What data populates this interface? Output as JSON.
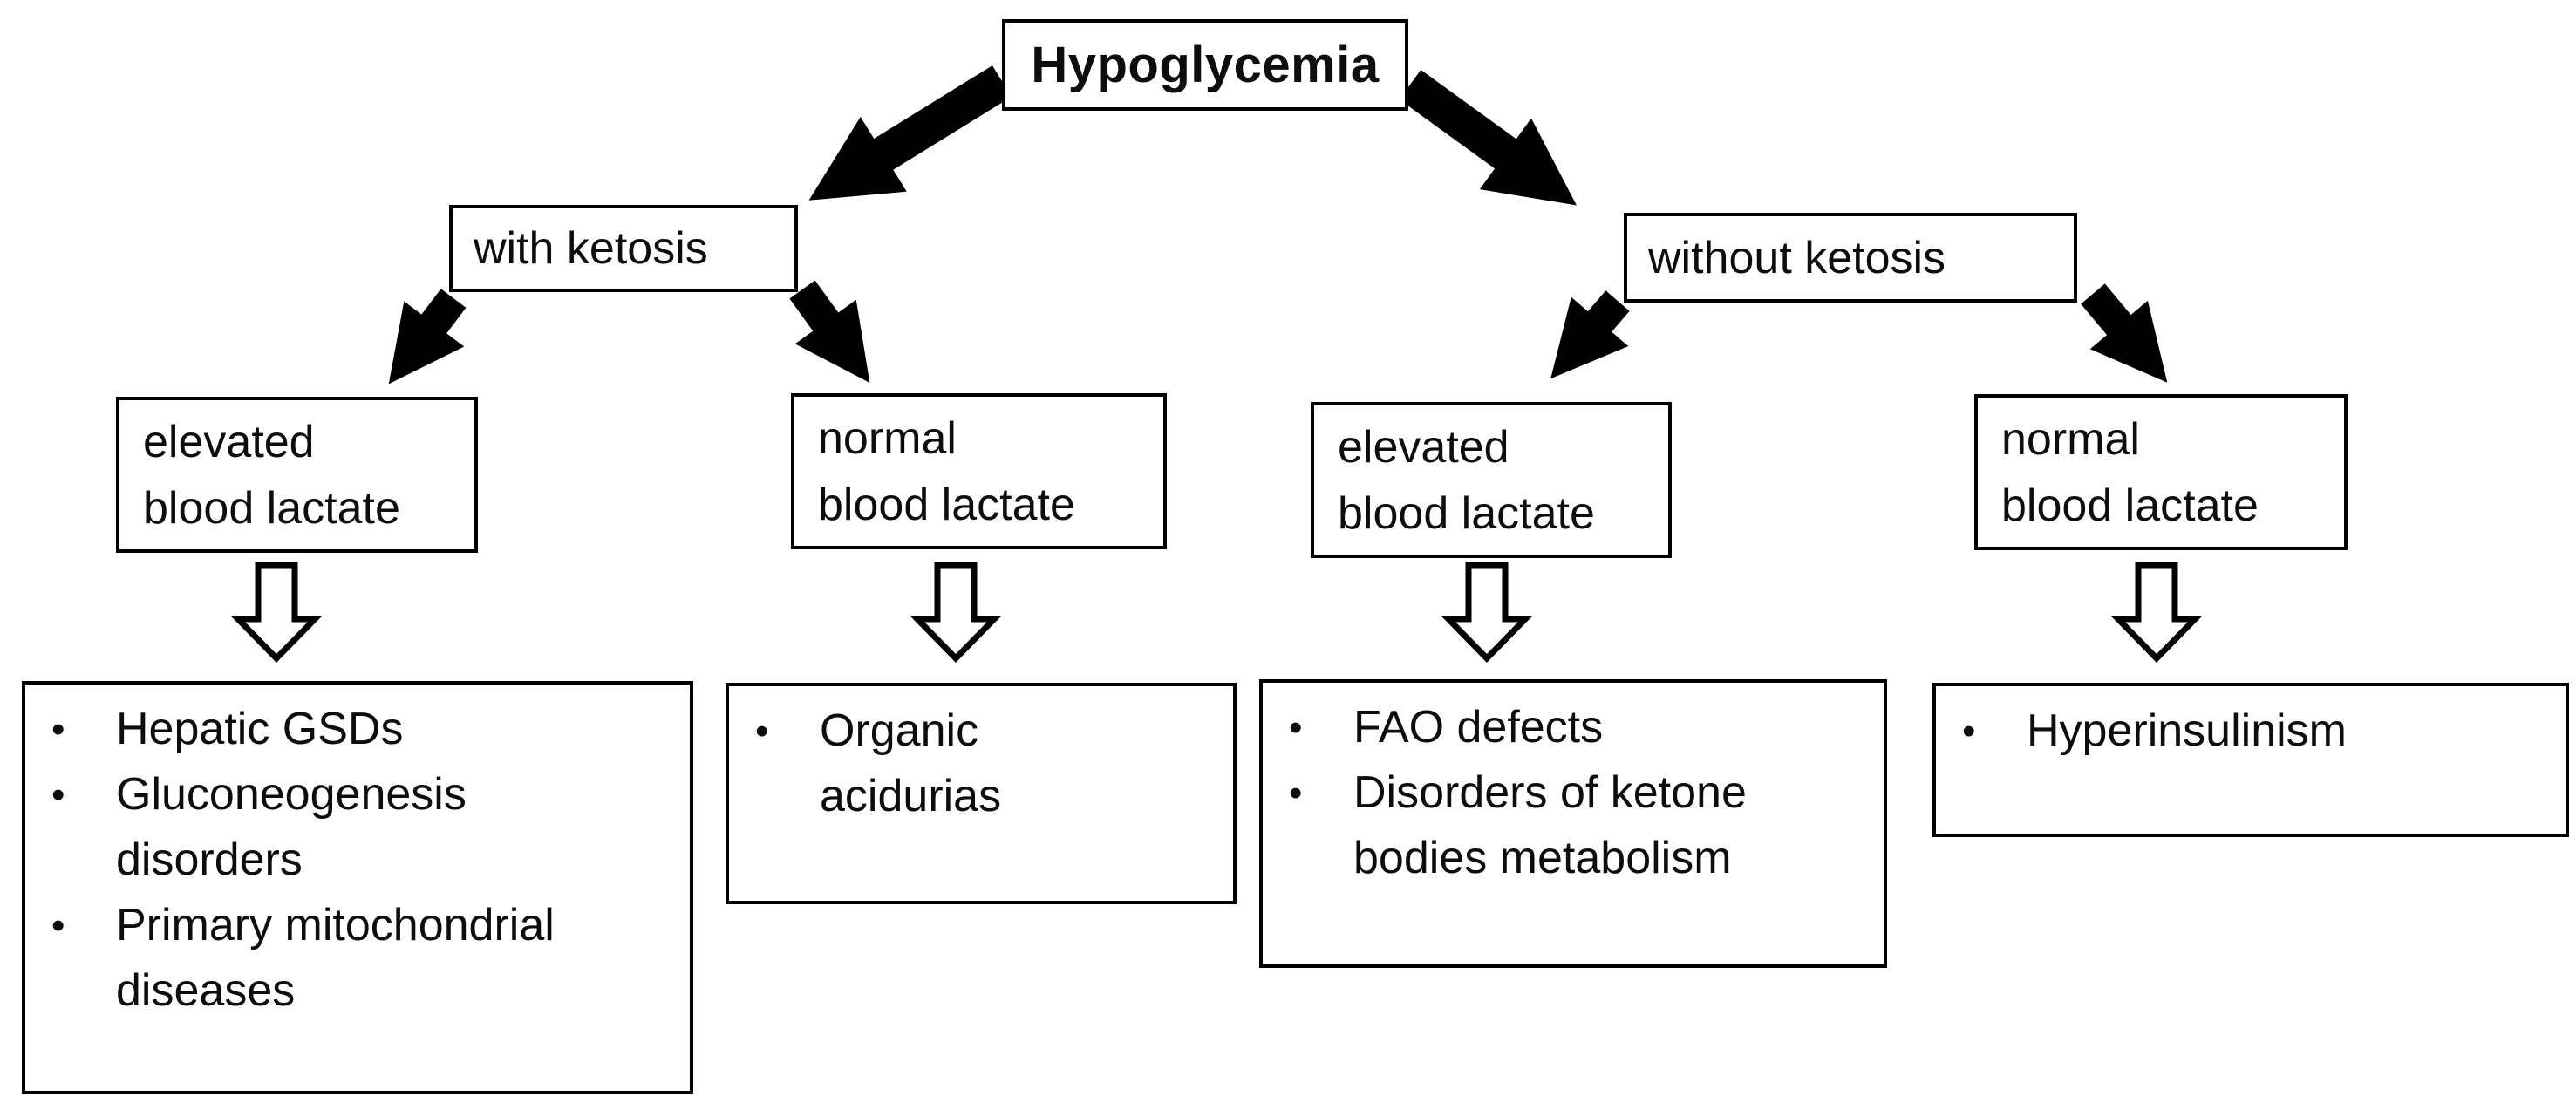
{
  "colors": {
    "ink": "#000000",
    "paper": "#ffffff"
  },
  "bullet_glyph": "•",
  "nodes": {
    "root": {
      "label": "Hypoglycemia"
    },
    "with_ketosis": {
      "label": "with ketosis"
    },
    "without_ketosis": {
      "label": "without ketosis"
    },
    "lactate": [
      {
        "lines": [
          "elevated",
          "blood lactate"
        ]
      },
      {
        "lines": [
          "normal",
          "blood lactate"
        ]
      },
      {
        "lines": [
          "elevated",
          "blood lactate"
        ]
      },
      {
        "lines": [
          "normal",
          "blood lactate"
        ]
      }
    ]
  },
  "outcomes": [
    {
      "items": [
        [
          "Hepatic GSDs"
        ],
        [
          "Gluconeogenesis",
          "disorders"
        ],
        [
          "Primary mitochondrial",
          "diseases"
        ]
      ]
    },
    {
      "items": [
        [
          "Organic",
          "acidurias"
        ]
      ]
    },
    {
      "items": [
        [
          "FAO defects"
        ],
        [
          "Disorders of ketone",
          "bodies metabolism"
        ]
      ]
    },
    {
      "items": [
        [
          "Hyperinsulinism"
        ]
      ]
    }
  ],
  "connectors": [
    {
      "from": "hypoglycemia",
      "to": "with-ketosis",
      "style": "solid-block-arrow"
    },
    {
      "from": "hypoglycemia",
      "to": "without-ketosis",
      "style": "solid-block-arrow"
    },
    {
      "from": "with-ketosis",
      "to": "elevated-blood-lactate-1",
      "style": "solid-block-arrow"
    },
    {
      "from": "with-ketosis",
      "to": "normal-blood-lactate-1",
      "style": "solid-block-arrow"
    },
    {
      "from": "without-ketosis",
      "to": "elevated-blood-lactate-2",
      "style": "solid-block-arrow"
    },
    {
      "from": "without-ketosis",
      "to": "normal-blood-lactate-2",
      "style": "solid-block-arrow"
    },
    {
      "from": "elevated-blood-lactate-1",
      "to": "outcome-hepatic-gsds",
      "style": "hollow-down-arrow"
    },
    {
      "from": "normal-blood-lactate-1",
      "to": "outcome-organic-acidurias",
      "style": "hollow-down-arrow"
    },
    {
      "from": "elevated-blood-lactate-2",
      "to": "outcome-fao-defects",
      "style": "hollow-down-arrow"
    },
    {
      "from": "normal-blood-lactate-2",
      "to": "outcome-hyperinsulinism",
      "style": "hollow-down-arrow"
    }
  ]
}
